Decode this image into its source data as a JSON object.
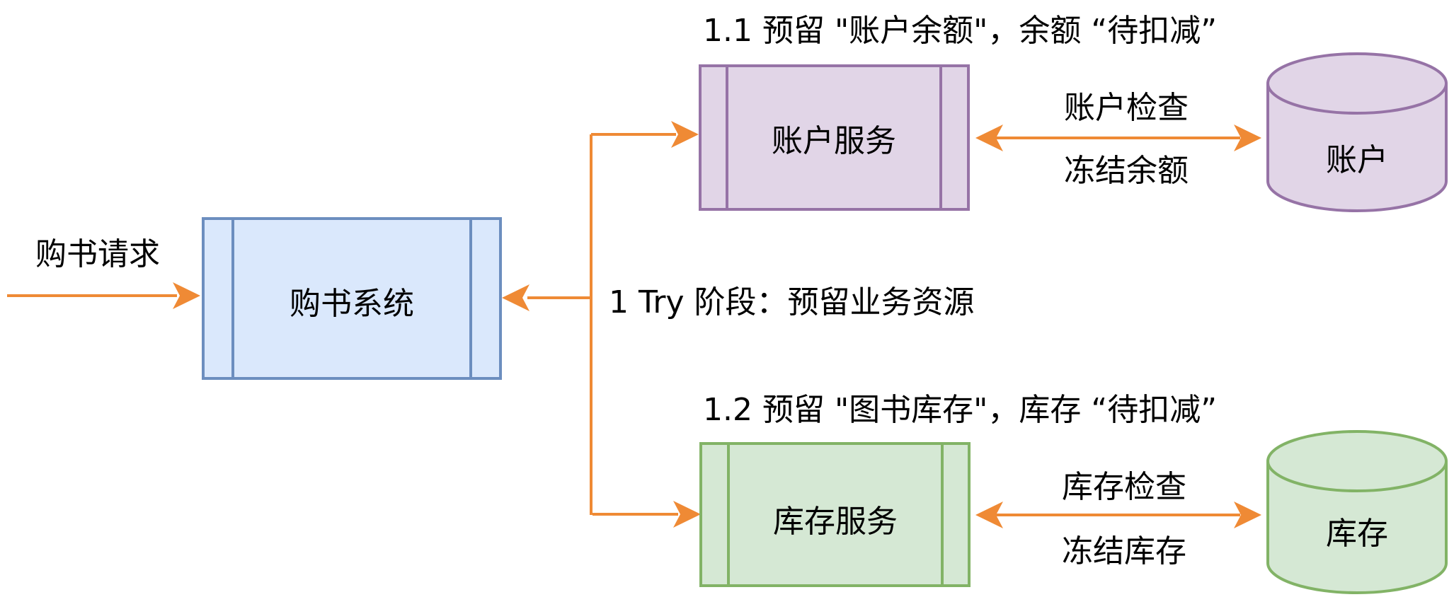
{
  "diagram": {
    "title": "1 Try 阶段：预留业务资源",
    "colors": {
      "arrow": "#EF8A35",
      "blue_fill": "#DAE8FC",
      "blue_stroke": "#6C8EBF",
      "purple_fill": "#E1D5E7",
      "purple_stroke": "#9673A6",
      "green_fill": "#D5E8D4",
      "green_stroke": "#82B366"
    },
    "input": {
      "label": "购书请求"
    },
    "nodes": {
      "bookstore": {
        "label": "购书系统",
        "shape": "process"
      },
      "account_service": {
        "label": "账户服务",
        "shape": "process"
      },
      "inventory_service": {
        "label": "库存服务",
        "shape": "process"
      },
      "account_db": {
        "label": "账户",
        "shape": "cylinder"
      },
      "inventory_db": {
        "label": "库存",
        "shape": "cylinder"
      }
    },
    "steps": {
      "step_1_1": "1.1 预留 \"账户余额\"，余额 “待扣减”",
      "step_1_2": "1.2 预留 \"图书库存\"，库存 “待扣减”"
    },
    "edges": {
      "account": {
        "top": "账户检查",
        "bottom": "冻结余额"
      },
      "inventory": {
        "top": "库存检查",
        "bottom": "冻结库存"
      }
    }
  }
}
